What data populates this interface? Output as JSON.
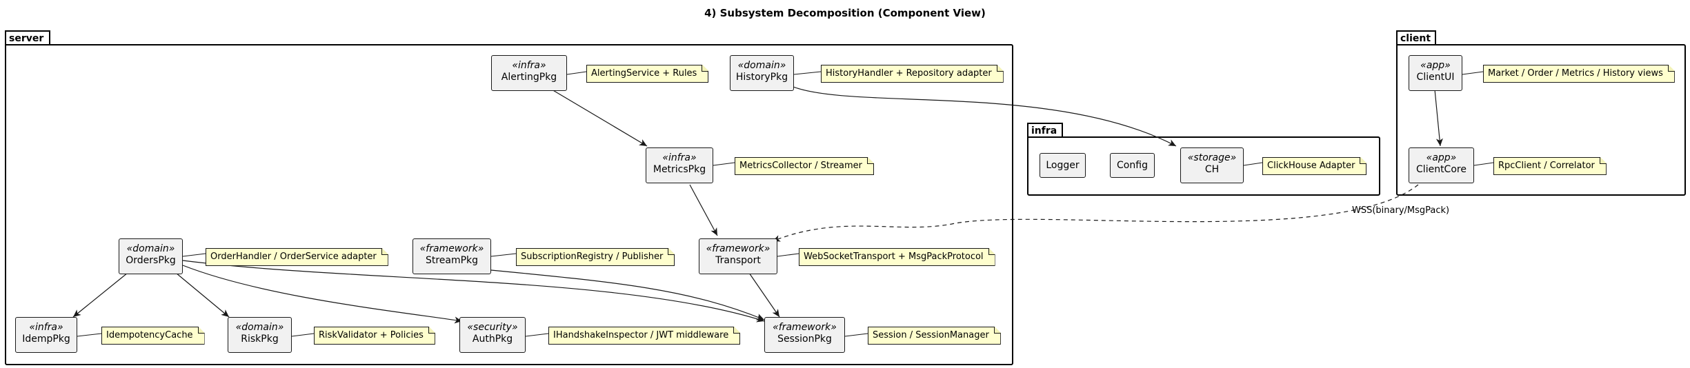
{
  "title": "4) Subsystem Decomposition (Component View)",
  "packages": {
    "server": "server",
    "infra": "infra",
    "client": "client"
  },
  "components": {
    "alerting": {
      "stereotype": "«infra»",
      "name": "AlertingPkg"
    },
    "history": {
      "stereotype": "«domain»",
      "name": "HistoryPkg"
    },
    "metrics": {
      "stereotype": "«infra»",
      "name": "MetricsPkg"
    },
    "orders": {
      "stereotype": "«domain»",
      "name": "OrdersPkg"
    },
    "stream": {
      "stereotype": "«framework»",
      "name": "StreamPkg"
    },
    "transport": {
      "stereotype": "«framework»",
      "name": "Transport"
    },
    "idemp": {
      "stereotype": "«infra»",
      "name": "IdempPkg"
    },
    "risk": {
      "stereotype": "«domain»",
      "name": "RiskPkg"
    },
    "auth": {
      "stereotype": "«security»",
      "name": "AuthPkg"
    },
    "session": {
      "stereotype": "«framework»",
      "name": "SessionPkg"
    },
    "logger": {
      "stereotype": "",
      "name": "Logger"
    },
    "config": {
      "stereotype": "",
      "name": "Config"
    },
    "ch": {
      "stereotype": "«storage»",
      "name": "CH"
    },
    "clientui": {
      "stereotype": "«app»",
      "name": "ClientUI"
    },
    "clientcore": {
      "stereotype": "«app»",
      "name": "ClientCore"
    }
  },
  "notes": {
    "alerting": "AlertingService + Rules",
    "history": "HistoryHandler + Repository adapter",
    "metrics": "MetricsCollector / Streamer",
    "orders": "OrderHandler / OrderService adapter",
    "stream": "SubscriptionRegistry / Publisher",
    "transport": "WebSocketTransport + MsgPackProtocol",
    "idemp": "IdempotencyCache",
    "risk": "RiskValidator + Policies",
    "auth": "IHandshakeInspector / JWT middleware",
    "session": "Session / SessionManager",
    "ch": "ClickHouse Adapter",
    "clientui": "Market / Order / Metrics / History views",
    "clientcore": "RpcClient / Correlator"
  },
  "edge_labels": {
    "wss": "WSS(binary/MsgPack)"
  }
}
